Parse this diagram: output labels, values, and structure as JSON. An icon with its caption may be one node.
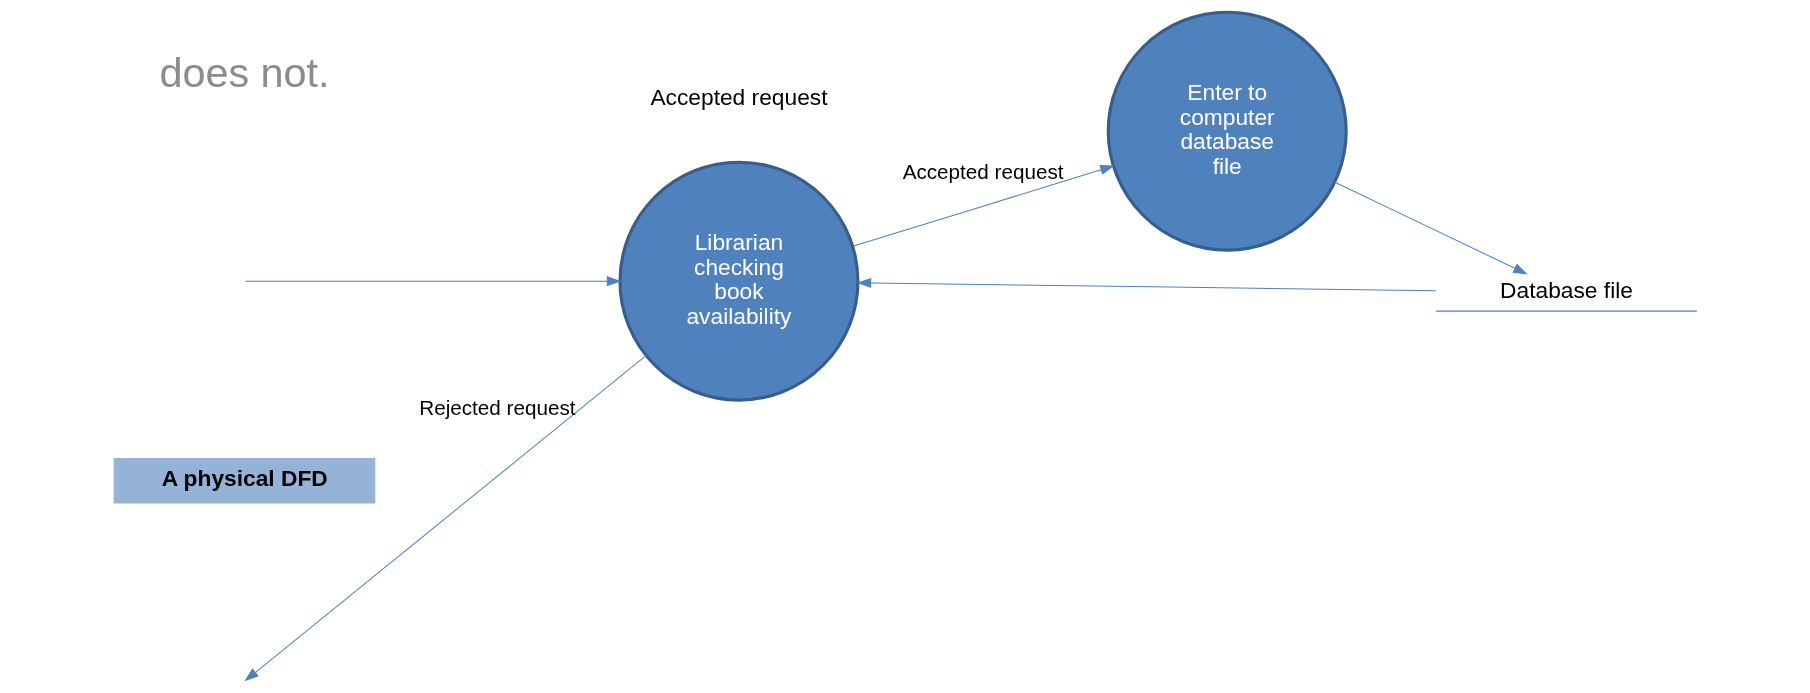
{
  "diagram": {
    "nodes": [
      {
        "text": [
          "A physical DFD"
        ]
      },
      {
        "text": [
          "Librarian checking book availability"
        ]
      },
      {
        "text": [
          "Enter to computer database file"
        ]
      },
      {
        "text": [
          "Database file"
        ]
      }
    ],
    "edges": [
      {
        "from": 1,
        "to": null,
        "arrow": "to",
        "label": "Rejected request"
      },
      {
        "from": 1,
        "to": 2,
        "arrow": "to",
        "label": "Accepted request"
      },
      {
        "from": 2,
        "to": 3,
        "arrow": "to"
      },
      {
        "from": 3,
        "to": 1,
        "arrow": "to"
      },
      {
        "from": null,
        "to": 1,
        "arrow": "to"
      }
    ],
    "labels": [
      "does not.",
      "Accepted request"
    ]
  }
}
